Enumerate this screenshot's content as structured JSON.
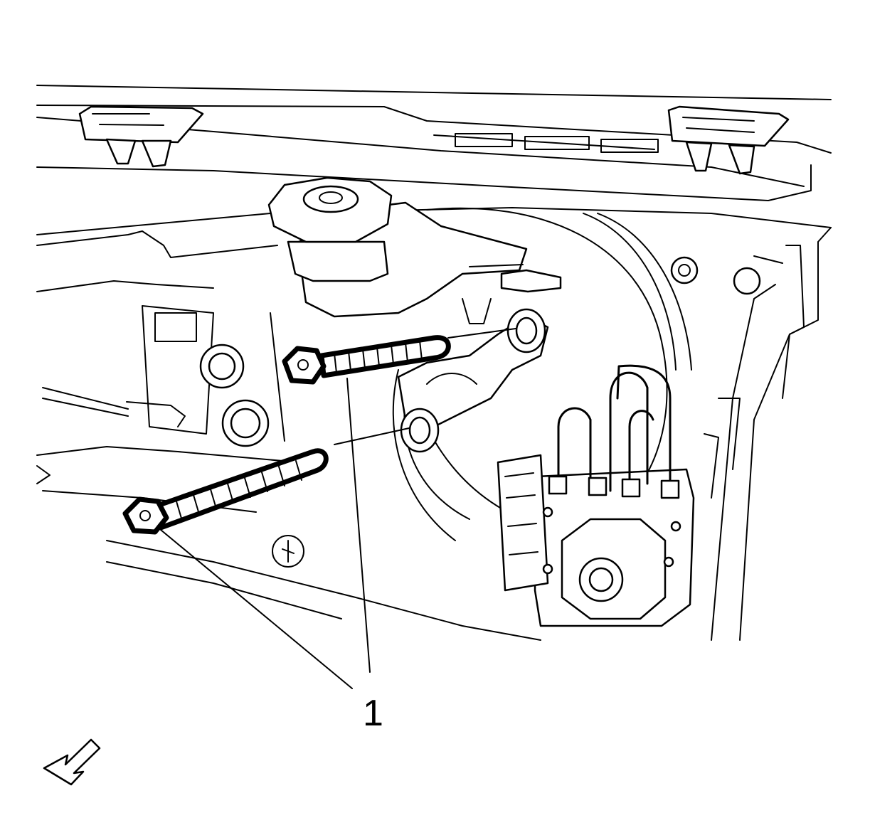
{
  "diagram": {
    "callouts": [
      {
        "id": "callout-1",
        "label": "1"
      }
    ],
    "orientation_arrow": {
      "direction": "front-left",
      "icon": "direction-arrow-icon"
    },
    "colors": {
      "line": "#000000",
      "background": "#ffffff"
    }
  }
}
